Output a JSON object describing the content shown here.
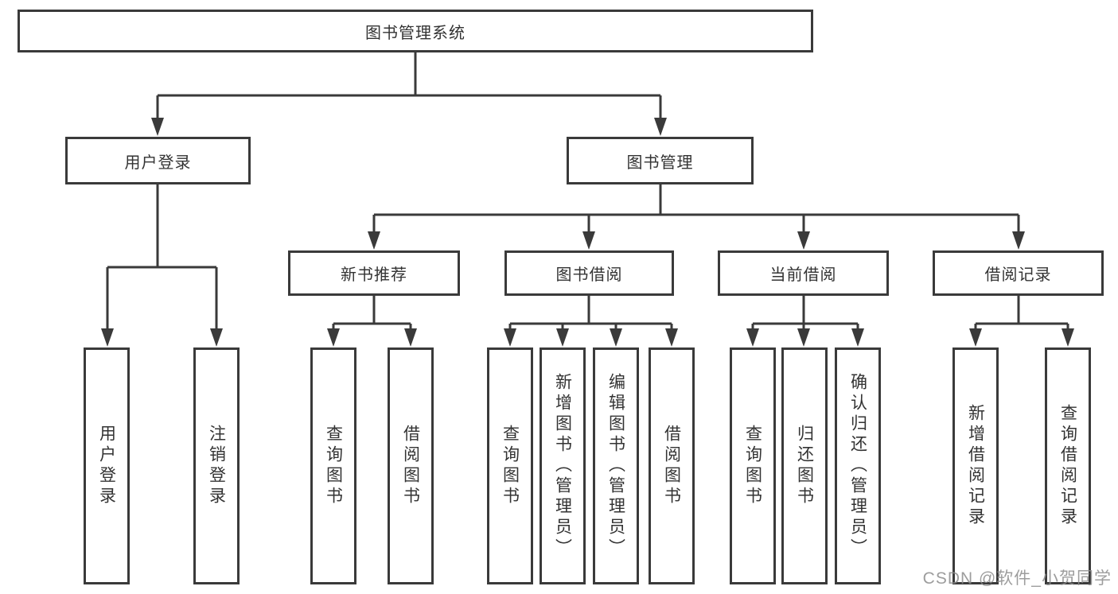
{
  "diagram_type": "tree",
  "tree": {
    "label": "图书管理系统",
    "children": [
      {
        "label": "用户登录",
        "children": [
          {
            "label": "用户登录"
          },
          {
            "label": "注销登录"
          }
        ]
      },
      {
        "label": "图书管理",
        "children": [
          {
            "label": "新书推荐",
            "children": [
              {
                "label": "查询图书"
              },
              {
                "label": "借阅图书"
              }
            ]
          },
          {
            "label": "图书借阅",
            "children": [
              {
                "label": "查询图书"
              },
              {
                "label": "新增图书（管理员）"
              },
              {
                "label": "编辑图书（管理员）"
              },
              {
                "label": "借阅图书"
              }
            ]
          },
          {
            "label": "当前借阅",
            "children": [
              {
                "label": "查询图书"
              },
              {
                "label": "归还图书"
              },
              {
                "label": "确认归还（管理员）"
              }
            ]
          },
          {
            "label": "借阅记录",
            "children": [
              {
                "label": "新增借阅记录"
              },
              {
                "label": "查询借阅记录"
              }
            ]
          }
        ]
      }
    ]
  },
  "watermark": {
    "text": "CSDN @软件_小贺同学"
  },
  "colors": {
    "line": "#3a3a3a",
    "text": "#333333",
    "background": "#ffffff",
    "watermark": "#8c8c8c"
  }
}
